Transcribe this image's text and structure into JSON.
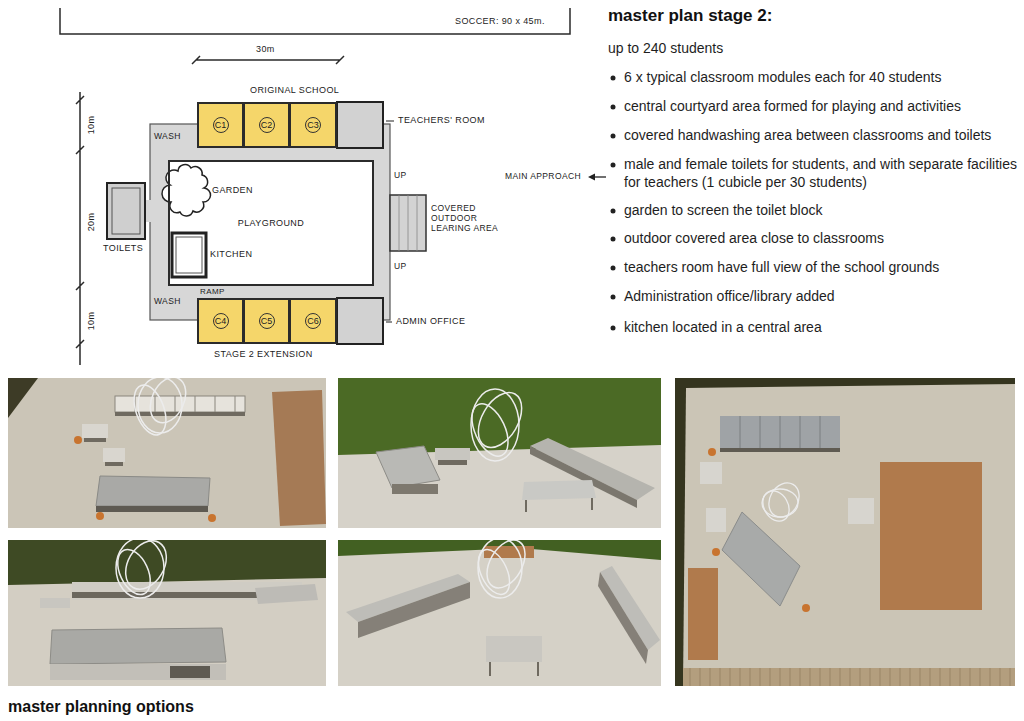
{
  "diagram": {
    "title": "master plan stage 2:",
    "caption": "master planning options",
    "nodes": [
      {
        "text": [
          "C1"
        ]
      },
      {
        "text": [
          "C2"
        ]
      },
      {
        "text": [
          "C3"
        ]
      },
      {
        "text": [
          "PLAYGROUND"
        ]
      },
      {
        "text": [
          "C4"
        ]
      },
      {
        "text": [
          "C5"
        ]
      },
      {
        "text": [
          "C6"
        ]
      }
    ],
    "labels": [
      "SOCCER: 90 x 45m.",
      "30m",
      "ORIGINAL SCHOOL",
      "TEACHERS' ROOM",
      "WASH",
      "10m",
      "20m",
      "10m",
      "GARDEN",
      "UP",
      "MAIN APPROACH",
      "COVERED OUTDOOR LEARING AREA",
      "TOILETS",
      "KITCHEN",
      "UP",
      "RAMP",
      "WASH",
      "ADMIN OFFICE",
      "STAGE 2 EXTENSION",
      "up to 240 students",
      "6 x typical classroom modules each for 40 students",
      "central courtyard area formed for playing and activities",
      "covered handwashing area between classrooms and toilets",
      "male and female toilets for students, and with separate facilities for teachers (1 cubicle per 30 students)",
      "garden to screen the toilet block",
      "outdoor covered area close to classrooms",
      "teachers room have full view of the school grounds",
      "Administration office/library added",
      "kitchen located in a central area"
    ]
  }
}
